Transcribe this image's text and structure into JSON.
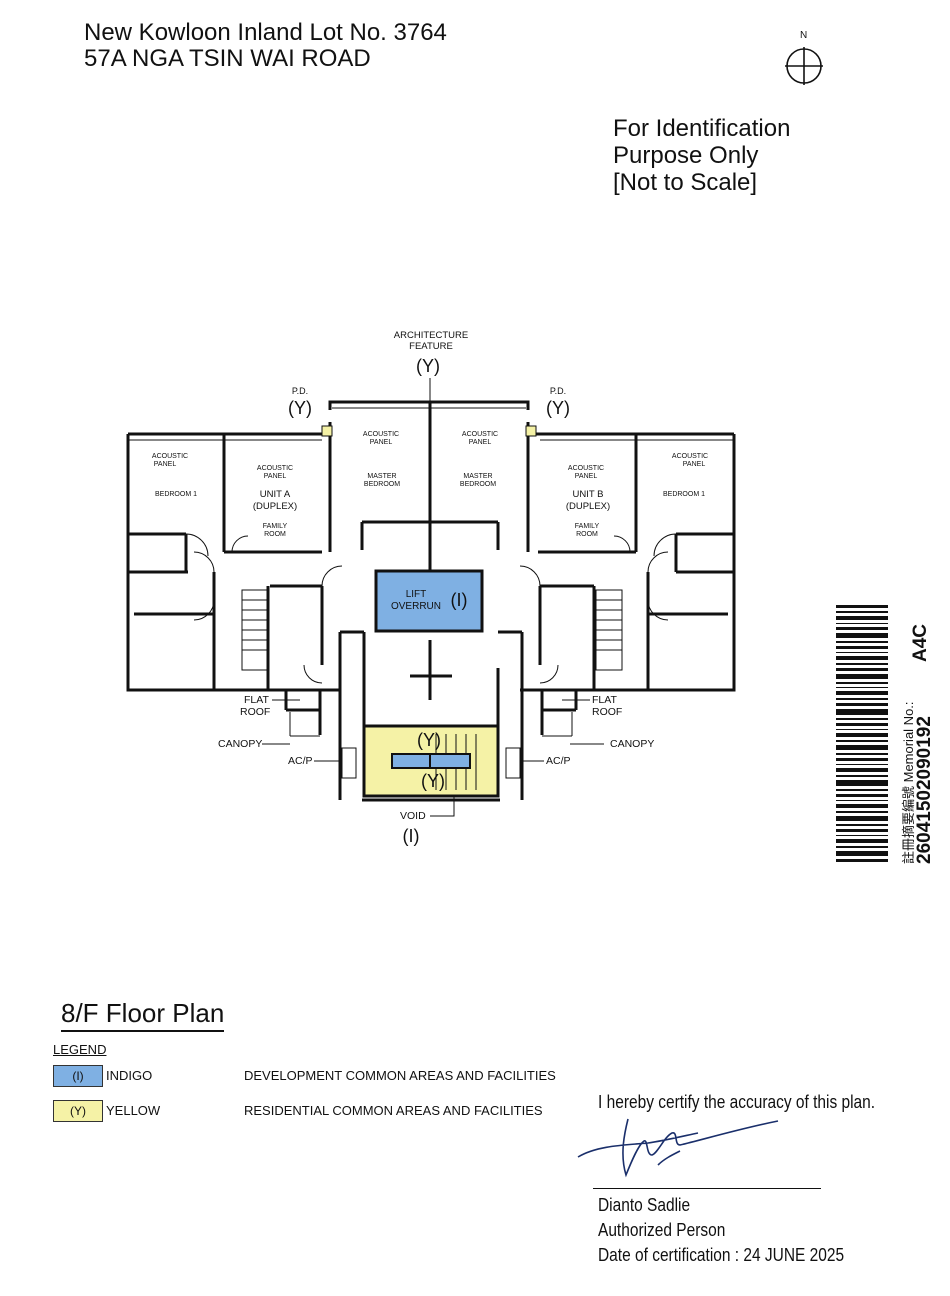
{
  "header": {
    "line1": "New Kowloon Inland Lot No. 3764",
    "line2": "57A NGA TSIN WAI ROAD"
  },
  "north": {
    "label": "N"
  },
  "identification": {
    "line1": "For Identification",
    "line2": "Purpose Only",
    "line3": "[Not to Scale]"
  },
  "plan": {
    "architecture_feature_1": "ARCHITECTURE",
    "architecture_feature_2": "FEATURE",
    "tag_y": "(Y)",
    "tag_i": "(I)",
    "pd": "P.D.",
    "acoustic_1": "ACOUSTIC",
    "acoustic_2": "PANEL",
    "master_1": "MASTER",
    "master_2": "BEDROOM",
    "bedroom1": "BEDROOM 1",
    "unit_a": "UNIT A",
    "unit_b": "UNIT B",
    "duplex": "(DUPLEX)",
    "family_1": "FAMILY",
    "family_2": "ROOM",
    "lift_1": "LIFT",
    "lift_2": "OVERRUN",
    "flat_1": "FLAT",
    "flat_2": "ROOF",
    "canopy": "CANOPY",
    "acp": "AC/P",
    "void": "VOID"
  },
  "title": {
    "text": "8/F Floor Plan"
  },
  "legend": {
    "heading": "LEGEND",
    "items": [
      {
        "code": "(I)",
        "name": "INDIGO",
        "description": "DEVELOPMENT COMMON AREAS AND FACILITIES",
        "color": "#7fb0e3"
      },
      {
        "code": "(Y)",
        "name": "YELLOW",
        "description": "RESIDENTIAL COMMON AREAS AND FACILITIES",
        "color": "#f5f2a6"
      }
    ]
  },
  "barcode": {
    "label": "註冊摘要編號 Memorial No.:",
    "number": "26041502090192",
    "code": "A4C"
  },
  "certification": {
    "statement": "I hereby certify the accuracy of this plan.",
    "name": "Dianto Sadlie",
    "role": "Authorized Person",
    "date": "Date of certification : 24 JUNE 2025"
  },
  "colors": {
    "indigo": "#7fb0e3",
    "yellow": "#f5f2a6"
  }
}
